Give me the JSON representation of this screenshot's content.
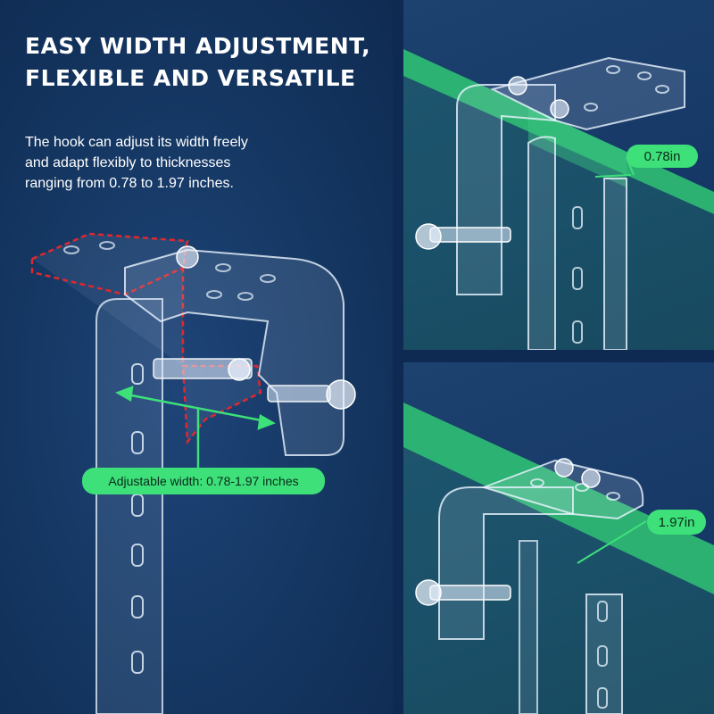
{
  "headline": {
    "line1": "EASY WIDTH ADJUSTMENT,",
    "line2": "FLEXIBLE AND VERSATILE"
  },
  "description": {
    "line1": "The hook can adjust its width freely",
    "line2": "and adapt flexibly to thicknesses",
    "line3": "ranging from 0.78 to 1.97 inches."
  },
  "labels": {
    "adjustable_width": "Adjustable width: 0.78-1.97 inches",
    "min_width": "0.78in",
    "max_width": "1.97in"
  },
  "colors": {
    "background": "#0f2a52",
    "accent_green": "#3ee07a",
    "outline_red": "#e0282e"
  }
}
